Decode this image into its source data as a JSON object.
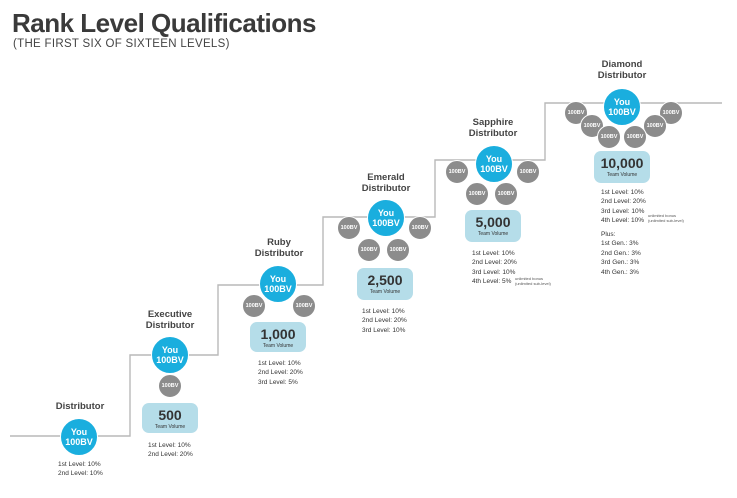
{
  "header": {
    "title": "Rank Level Qualifications",
    "subtitle": "(THE FIRST SIX OF SIXTEEN LEVELS)"
  },
  "colors": {
    "you": "#1aaede",
    "downline": "#8c8c8c",
    "team_volume_bg": "#b5dde9",
    "stairs": "#b9b9b9"
  },
  "you_circle": {
    "line1": "You",
    "line2": "100BV"
  },
  "downline_label": "100BV",
  "team_volume_label": "Team Volume",
  "levels": [
    {
      "title_lines": [
        "Distributor"
      ],
      "team_volume": "",
      "downline_count": 0,
      "requirements": [
        "1st Level: 10%",
        "2nd Level: 10%"
      ]
    },
    {
      "title_lines": [
        "Executive",
        "Distributor"
      ],
      "team_volume": "500",
      "downline_count": 1,
      "requirements": [
        "1st Level: 10%",
        "2nd Level: 20%"
      ]
    },
    {
      "title_lines": [
        "Ruby",
        "Distributor"
      ],
      "team_volume": "1,000",
      "downline_count": 2,
      "requirements": [
        "1st Level: 10%",
        "2nd Level: 20%",
        "3rd Level: 5%"
      ]
    },
    {
      "title_lines": [
        "Emerald",
        "Distributor"
      ],
      "team_volume": "2,500",
      "downline_count": 4,
      "requirements": [
        "1st Level: 10%",
        "2nd Level: 20%",
        "3rd Level: 10%"
      ]
    },
    {
      "title_lines": [
        "Sapphire",
        "Distributor"
      ],
      "team_volume": "5,000",
      "downline_count": 4,
      "requirements": [
        "1st Level: 10%",
        "2nd Level: 20%",
        "3rd Level: 10%",
        "4th Level: 5%"
      ],
      "note_lines": [
        "unlimited bonus",
        "(unlimited sub-level)"
      ]
    },
    {
      "title_lines": [
        "Diamond",
        "Distributor"
      ],
      "team_volume": "10,000",
      "downline_count": 6,
      "requirements": [
        "1st Level: 10%",
        "2nd Level: 20%",
        "3rd Level: 10%",
        "4th Level: 10%"
      ],
      "note_lines": [
        "unlimited bonus",
        "(unlimited sub-level)"
      ],
      "plus_title": "Plus:",
      "plus": [
        "1st Gen.: 3%",
        "2nd Gen.: 3%",
        "3rd Gen.: 3%",
        "4th Gen.: 3%"
      ]
    }
  ]
}
